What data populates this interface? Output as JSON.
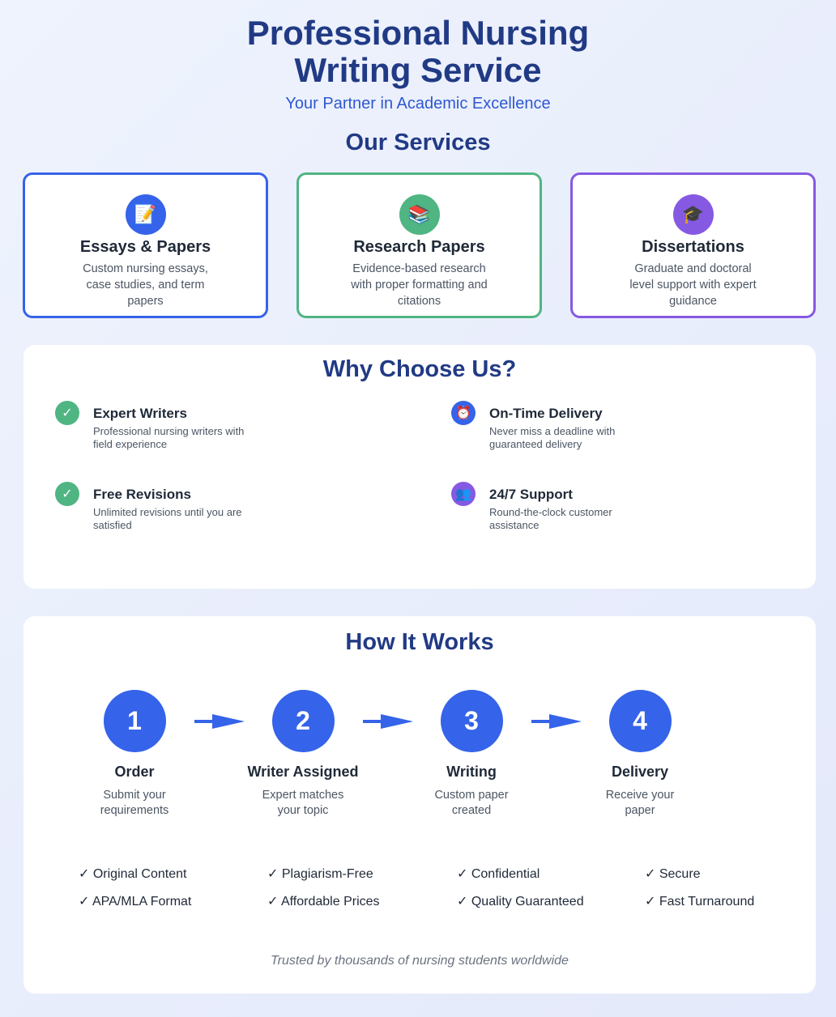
{
  "header": {
    "title_line1": "Professional Nursing",
    "title_line2": "Writing Service",
    "subtitle": "Your Partner in Academic Excellence"
  },
  "services": {
    "heading": "Our Services",
    "items": [
      {
        "icon": "memo-icon",
        "glyph": "📝",
        "title": "Essays & Papers",
        "desc": "Custom nursing essays, case studies, and term papers",
        "color": "#3563e9"
      },
      {
        "icon": "books-icon",
        "glyph": "📚",
        "title": "Research Papers",
        "desc": "Evidence-based research with proper formatting and citations",
        "color": "#4fb583"
      },
      {
        "icon": "graduation-cap-icon",
        "glyph": "🎓",
        "title": "Dissertations",
        "desc": "Graduate and doctoral level support with expert guidance",
        "color": "#8659e2"
      }
    ]
  },
  "why": {
    "heading": "Why Choose Us?",
    "features": [
      {
        "icon": "check-icon",
        "glyph": "✓",
        "title": "Expert Writers",
        "desc": "Professional nursing writers with field experience"
      },
      {
        "icon": "alarm-clock-icon",
        "glyph": "⏰",
        "title": "On-Time Delivery",
        "desc": "Never miss a deadline with guaranteed delivery"
      },
      {
        "icon": "check-icon",
        "glyph": "✓",
        "title": "Free Revisions",
        "desc": "Unlimited revisions until you are satisfied"
      },
      {
        "icon": "support-people-icon",
        "glyph": "👥",
        "title": "24/7 Support",
        "desc": "Round-the-clock customer assistance"
      }
    ]
  },
  "how": {
    "heading": "How It Works",
    "steps": [
      {
        "number": "1",
        "title": "Order",
        "desc": "Submit your requirements"
      },
      {
        "number": "2",
        "title": "Writer Assigned",
        "desc": "Expert matches your topic"
      },
      {
        "number": "3",
        "title": "Writing",
        "desc": "Custom paper created"
      },
      {
        "number": "4",
        "title": "Delivery",
        "desc": "Receive your paper"
      }
    ],
    "benefits": [
      "✓ Original Content",
      "✓ Plagiarism-Free",
      "✓ Confidential",
      "✓ Secure",
      "✓ APA/MLA Format",
      "✓ Affordable Prices",
      "✓ Quality Guaranteed",
      "✓ Fast Turnaround"
    ],
    "note": "Trusted by thousands of nursing students worldwide"
  },
  "colors": {
    "primary": "#3563e9",
    "green": "#4fb583",
    "purple": "#8659e2",
    "heading": "#213a85"
  }
}
